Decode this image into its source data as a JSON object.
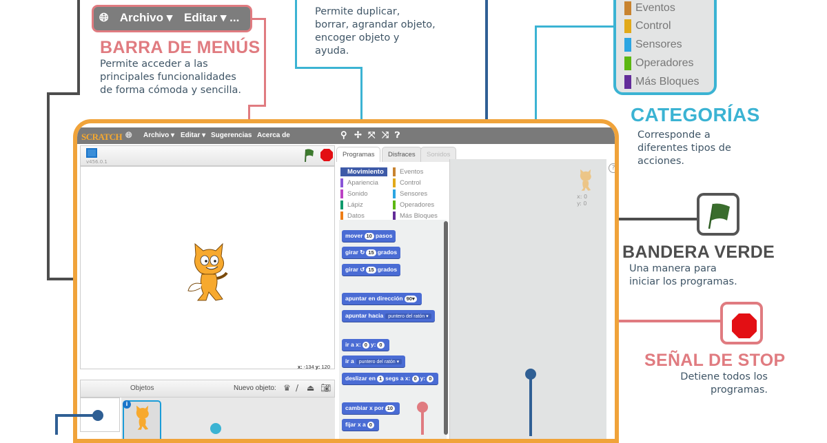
{
  "menu_callout": {
    "badge": {
      "globe_icon": "globe",
      "items": [
        "Archivo ▾",
        "Editar ▾ ..."
      ]
    },
    "title": "BARRA DE MENÚS",
    "desc": [
      "Permite acceder a las",
      "principales funcionalidades",
      "de forma cómoda y sencilla."
    ]
  },
  "tools_callout": {
    "desc": [
      "Permite duplicar,",
      "borrar, agrandar objeto,",
      "encoger objeto y",
      "ayuda."
    ]
  },
  "categories_callout": {
    "items": [
      {
        "label": "Eventos",
        "color": "#c88330"
      },
      {
        "label": "Control",
        "color": "#e1a91a"
      },
      {
        "label": "Sensores",
        "color": "#2ca5e2"
      },
      {
        "label": "Operadores",
        "color": "#5cb712"
      },
      {
        "label": "Más Bloques",
        "color": "#632d99"
      }
    ],
    "title": "CATEGORÍAS",
    "desc": [
      "Corresponde a",
      "diferentes tipos de",
      "acciones."
    ]
  },
  "flag_callout": {
    "title": "BANDERA VERDE",
    "desc": [
      "Una manera para",
      "iniciar los programas."
    ]
  },
  "stop_callout": {
    "title": "SEÑAL DE STOP",
    "desc": [
      "Detiene todos los",
      "programas."
    ]
  },
  "scratch": {
    "logo": "SCRATCH",
    "menu": [
      "Archivo ▾",
      "Editar ▾",
      "Sugerencias",
      "Acerca de"
    ],
    "toolbar_icons": [
      "duplicate-icon",
      "delete-icon",
      "grow-icon",
      "shrink-icon",
      "help-icon"
    ],
    "version": "v456.0.1",
    "tabs": [
      "Programas",
      "Disfraces",
      "Sonidos"
    ],
    "categories": [
      {
        "label": "Movimiento",
        "color": "#4a6cd4",
        "active": true
      },
      {
        "label": "Apariencia",
        "color": "#8a55d7"
      },
      {
        "label": "Sonido",
        "color": "#bb42c3"
      },
      {
        "label": "Lápiz",
        "color": "#0e9a6c"
      },
      {
        "label": "Datos",
        "color": "#ee7d16"
      },
      {
        "label": "Eventos",
        "color": "#c88330"
      },
      {
        "label": "Control",
        "color": "#e1a91a"
      },
      {
        "label": "Sensores",
        "color": "#2ca5e2"
      },
      {
        "label": "Operadores",
        "color": "#5cb712"
      },
      {
        "label": "Más Bloques",
        "color": "#632d99"
      }
    ],
    "blocks": {
      "b0": {
        "pre": "mover",
        "v": "10",
        "post": "pasos"
      },
      "b1": {
        "pre": "girar ↻",
        "v": "15",
        "post": "grados"
      },
      "b2": {
        "pre": "girar ↺",
        "v": "15",
        "post": "grados"
      },
      "b3": {
        "pre": "apuntar en dirección",
        "v": "90▾"
      },
      "b4": {
        "pre": "apuntar hacia",
        "dd": "puntero del ratón ▾"
      },
      "b5": {
        "pre": "ir a x:",
        "v": "0",
        "mid": "y:",
        "v2": "0"
      },
      "b6": {
        "pre": "ir a",
        "dd": "puntero del ratón ▾"
      },
      "b7": {
        "pre": "deslizar en",
        "v": "1",
        "mid": "segs a x:",
        "v2": "0",
        "mid2": "y:",
        "v3": "0"
      },
      "b8": {
        "pre": "cambiar x por",
        "v": "10"
      },
      "b9": {
        "pre": "fijar x a",
        "v": "0"
      }
    },
    "sprite_coords": {
      "x": "x: 0",
      "y": "y: 0"
    },
    "mouse_coords": {
      "x_label": "x:",
      "x": "-134",
      "y_label": "y:",
      "y": "120"
    },
    "sprites_label": "Objetos",
    "new_sprite_label": "Nuevo objeto:",
    "help": "?"
  },
  "colors": {
    "menu_red": "#e07b80",
    "cyan": "#3bb3d3",
    "navy": "#2f5f94",
    "dark": "#4d4d4d",
    "orange": "#f0a33a"
  }
}
